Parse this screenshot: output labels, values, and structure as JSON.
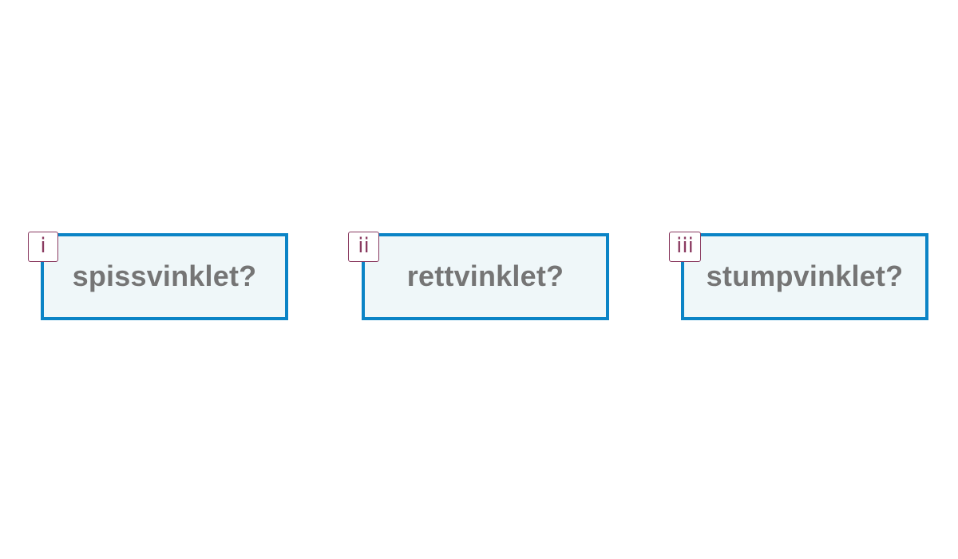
{
  "options": [
    {
      "numeral": "i",
      "label": "spissvinklet?"
    },
    {
      "numeral": "ii",
      "label": "rettvinklet?"
    },
    {
      "numeral": "iii",
      "label": "stumpvinklet?"
    }
  ],
  "colors": {
    "box_border": "#0b84c6",
    "box_fill": "#eff7f9",
    "label_text": "#757575",
    "numeral": "#8a3a60",
    "background": "#ffffff"
  }
}
